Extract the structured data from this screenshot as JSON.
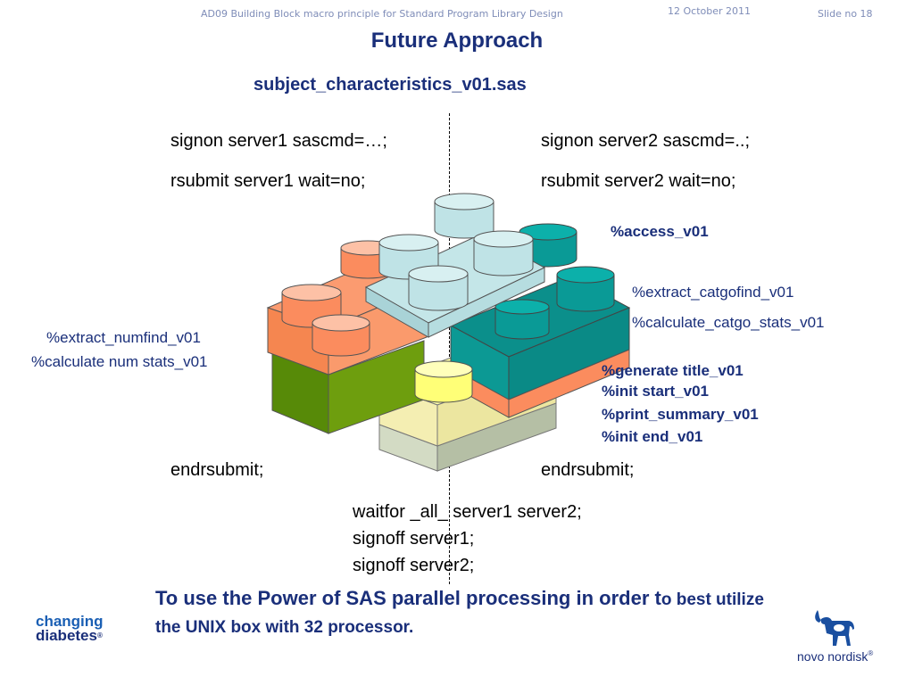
{
  "header": {
    "presentation_title": "AD09 Building Block macro principle for Standard Program Library Design",
    "date": "12 October 2011",
    "slide_number": "Slide no 18"
  },
  "slide": {
    "title": "Future Approach",
    "subtitle": "subject_characteristics_v01.sas"
  },
  "left_code": {
    "signon": "signon server1 sascmd=…;",
    "rsubmit": "rsubmit server1 wait=no;",
    "endrsubmit": "endrsubmit;"
  },
  "right_code": {
    "signon": "signon server2 sascmd=..;",
    "rsubmit": "rsubmit server2 wait=no;",
    "endrsubmit": "endrsubmit;"
  },
  "macros_left": [
    "%extract_numfind_v01",
    "%calculate num stats_v01"
  ],
  "macros_right": {
    "access": "%access_v01",
    "extract_catgofind": "%extract_catgofind_v01",
    "calculate_catgo_stats": "%calculate_catgo_stats_v01",
    "generate_title": "%generate title_v01",
    "init_start": "%init start_v01",
    "print_summary": "%print_summary_v01",
    "init_end": "%init end_v01"
  },
  "bottom_code": [
    "waitfor _all_ server1 server2;",
    "signoff server1;",
    "signoff server2;"
  ],
  "conclusion": {
    "part1": "To use the Power of SAS parallel processing in order t",
    "part2": "o best utilize the UNIX box with 32 processor."
  },
  "logos": {
    "changing_line1": "changing",
    "changing_line2": "diabetes",
    "novo": "novo nordisk",
    "registered": "®"
  },
  "colors": {
    "navy": "#1a2f7a",
    "teal": "#0a9a96",
    "salmon": "#fb8c5e",
    "green": "#6e9e0e",
    "light_blue": "#bfe3e6",
    "yellow": "#ffff77"
  }
}
